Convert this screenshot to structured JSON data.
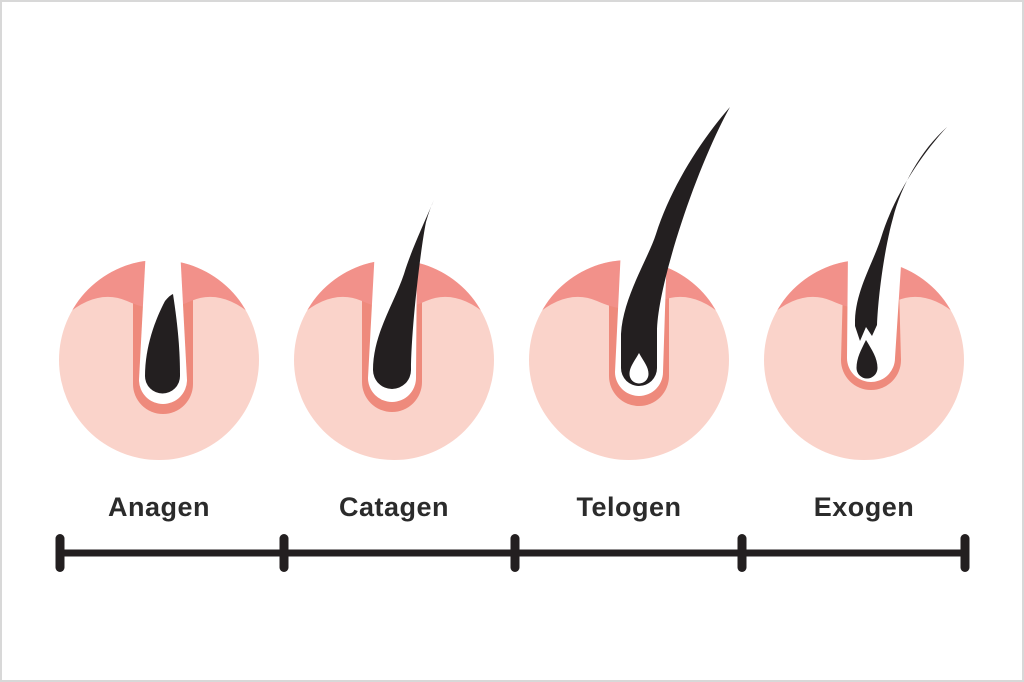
{
  "diagram": {
    "name": "hair growth cycle stages",
    "stages": [
      {
        "label": "Anagen",
        "icon": "anagen-follicle-icon",
        "illustration": "growing hair bulb fully inside follicle under skin"
      },
      {
        "label": "Catagen",
        "icon": "catagen-follicle-icon",
        "illustration": "short tapered hair emerging above skin, bulb in follicle"
      },
      {
        "label": "Telogen",
        "icon": "telogen-follicle-icon",
        "illustration": "long curved resting hair with hollow club bulb"
      },
      {
        "label": "Exogen",
        "icon": "exogen-follicle-icon",
        "illustration": "hair shaft detaching from follicle, shed remnant drop in empty follicle"
      }
    ],
    "timeline": {
      "ticks": 5,
      "segments": 4
    }
  },
  "colors": {
    "skin_light": "#FAD3CA",
    "skin_dark": "#F2918A",
    "follicle_outline": "#EE8A7C",
    "hair_black": "#231F20",
    "label_text": "#2B2B2B",
    "background": "#FFFFFF",
    "frame_border": "#D8D8D8"
  }
}
